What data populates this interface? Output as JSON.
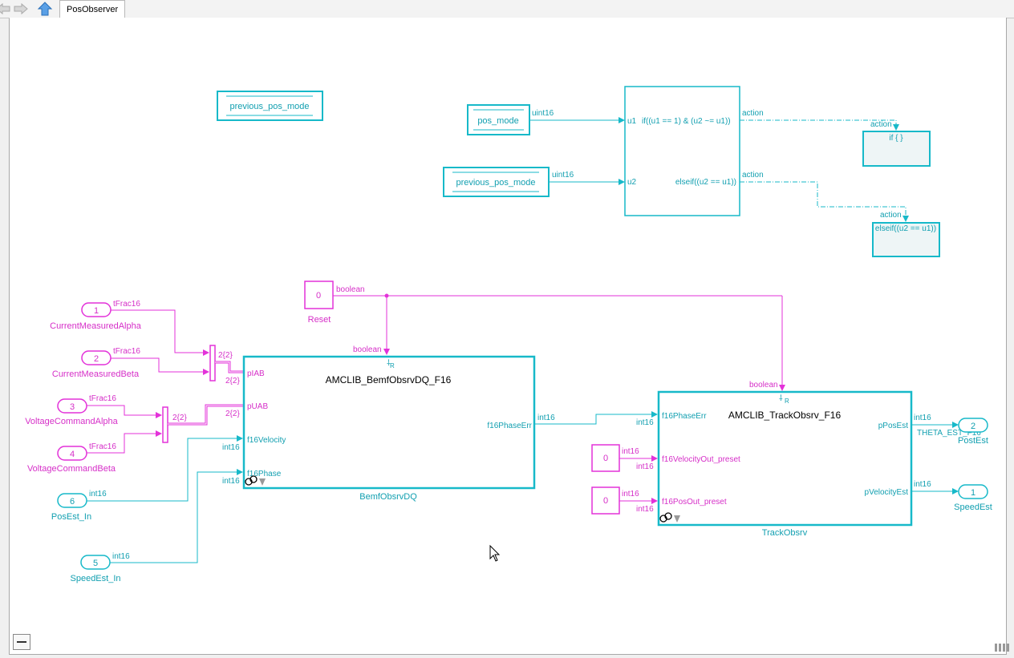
{
  "toolbar": {
    "back_icon": "back-arrow-icon",
    "forward_icon": "forward-arrow-icon",
    "up_icon": "up-arrow-icon",
    "tab_label": "PosObserver"
  },
  "colors": {
    "cyan": "#17b9c9",
    "magenta": "#e332d9",
    "text_cyan": "#119fb0",
    "text_magenta": "#d62fc8"
  },
  "blocks": {
    "goto_previous_pos_mode": "previous_pos_mode",
    "from_pos_mode": "pos_mode",
    "from_previous_pos_mode": "previous_pos_mode",
    "if_block": {
      "port_u1": "u1",
      "port_u2": "u2",
      "cond_if": "if((u1 == 1) & (u2 ~= u1))",
      "cond_elseif": "elseif((u2 == u1))",
      "action1": "action",
      "action2": "action"
    },
    "action_if": {
      "label": "if { }",
      "port": "action"
    },
    "action_elseif": {
      "label": "elseif((u2 == u1))",
      "port": "action"
    },
    "signal_uint16_1": "uint16",
    "signal_uint16_2": "uint16",
    "reset": {
      "value": "0",
      "name": "Reset",
      "type": "boolean"
    },
    "inports": [
      {
        "num": "1",
        "name": "CurrentMeasuredAlpha",
        "type": "tFrac16"
      },
      {
        "num": "2",
        "name": "CurrentMeasuredBeta",
        "type": "tFrac16"
      },
      {
        "num": "3",
        "name": "VoltageCommandAlpha",
        "type": "tFrac16"
      },
      {
        "num": "4",
        "name": "VoltageCommandBeta",
        "type": "tFrac16"
      },
      {
        "num": "6",
        "name": "PosEst_In",
        "type": "int16"
      },
      {
        "num": "5",
        "name": "SpeedEst_In",
        "type": "int16"
      }
    ],
    "mux1_label": "2{2}",
    "mux1_out": "2{2}",
    "mux2_label": "2{2}",
    "mux2_out": "2{2}",
    "bemf": {
      "title": "AMCLIB_BemfObsrvDQ_F16",
      "name": "BemfObsrvDQ",
      "in_pIAB": "pIAB",
      "in_pUAB": "pUAB",
      "in_vel": "f16Velocity",
      "in_phase": "f16Phase",
      "out_err": "f16PhaseErr",
      "reset_type": "boolean",
      "reset_mark": "R",
      "vel_type": "int16",
      "phase_type": "int16",
      "out_type": "int16"
    },
    "track": {
      "title": "AMCLIB_TrackObsrv_F16",
      "name": "TrackObsrv",
      "in_err": "f16PhaseErr",
      "in_vel": "f16VelocityOut_preset",
      "in_pos": "f16PosOut_preset",
      "out_pos": "pPosEst",
      "out_vel": "pVelocityEst",
      "reset_type": "boolean",
      "reset_mark": "R",
      "err_type": "int16",
      "vel_type": "int16",
      "pos_type": "int16",
      "out_pos_type": "int16",
      "out_vel_type": "int16"
    },
    "const_vel": {
      "value": "0",
      "type": "int16"
    },
    "const_pos": {
      "value": "0",
      "type": "int16"
    },
    "outports": [
      {
        "num": "2",
        "name": "PostEst",
        "signal": "THETA_EST_F16"
      },
      {
        "num": "1",
        "name": "SpeedEst"
      }
    ]
  }
}
